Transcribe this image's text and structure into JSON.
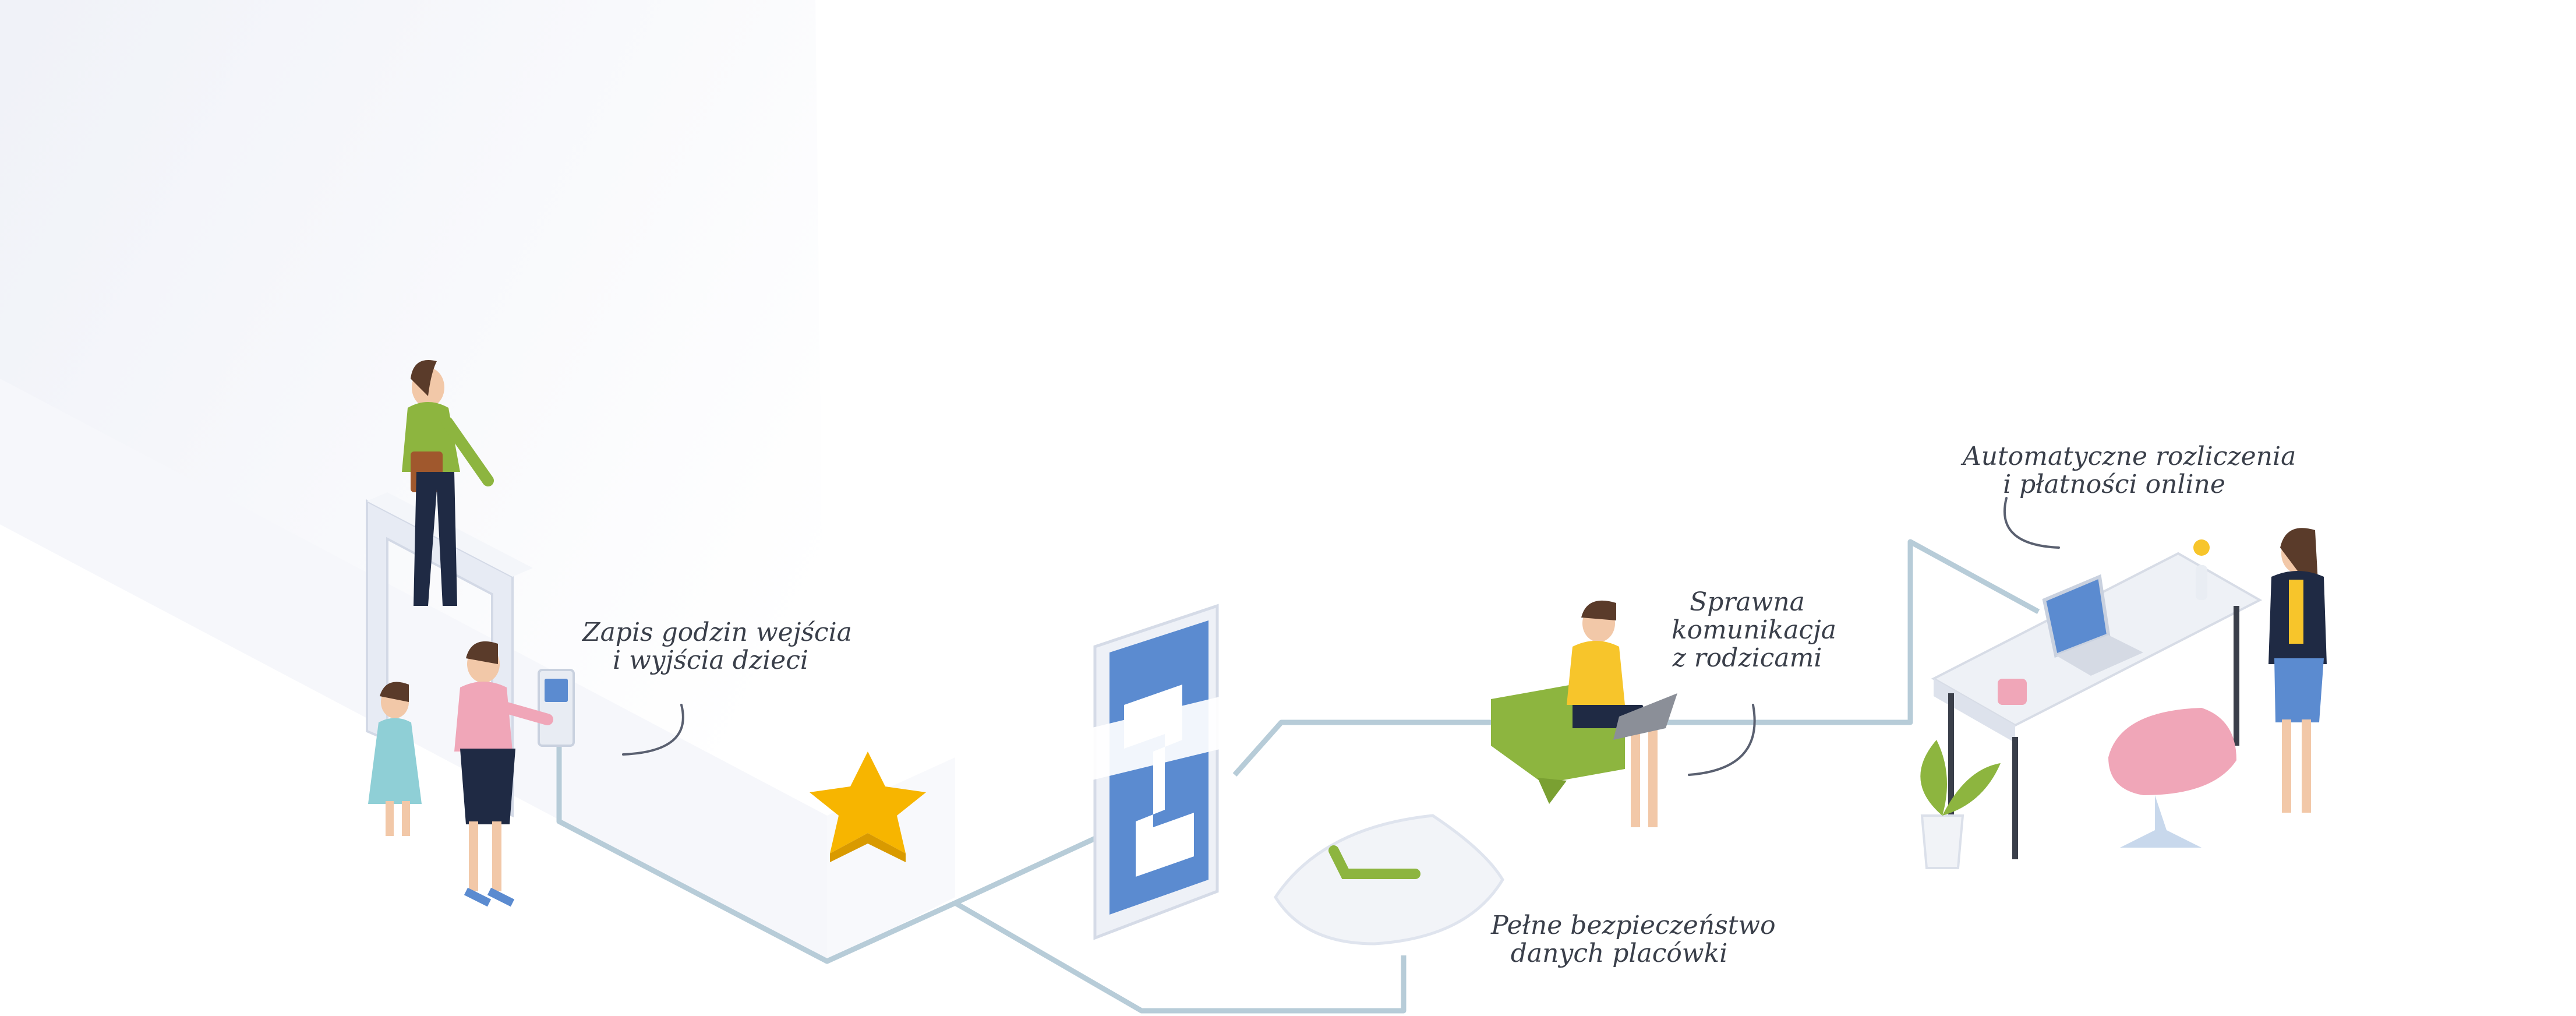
{
  "labels": {
    "entry_exit": {
      "line1": "Zapis godzin wejścia",
      "line2": "i wyjścia dzieci"
    },
    "communication": {
      "line1": "Sprawna",
      "line2": "komunikacja",
      "line3": "z rodzicami"
    },
    "payments": {
      "line1": "Automatyczne rozliczenia",
      "line2": "i płatności online"
    },
    "security": {
      "line1": "Pełne bezpieczeństwo",
      "line2": "danych placówki"
    }
  },
  "colors": {
    "brand_blue": "#5b8bd0",
    "accent_green": "#8db53f",
    "star_yellow": "#f7b500",
    "pink": "#f0a6b8",
    "navy": "#1f2a44",
    "connector": "#b7ccd8"
  },
  "icons": {
    "logo": "app-logo-z",
    "star": "star-icon",
    "shield": "shield-check-icon",
    "laptop": "laptop-icon",
    "chat": "chat-bubble-icon"
  }
}
